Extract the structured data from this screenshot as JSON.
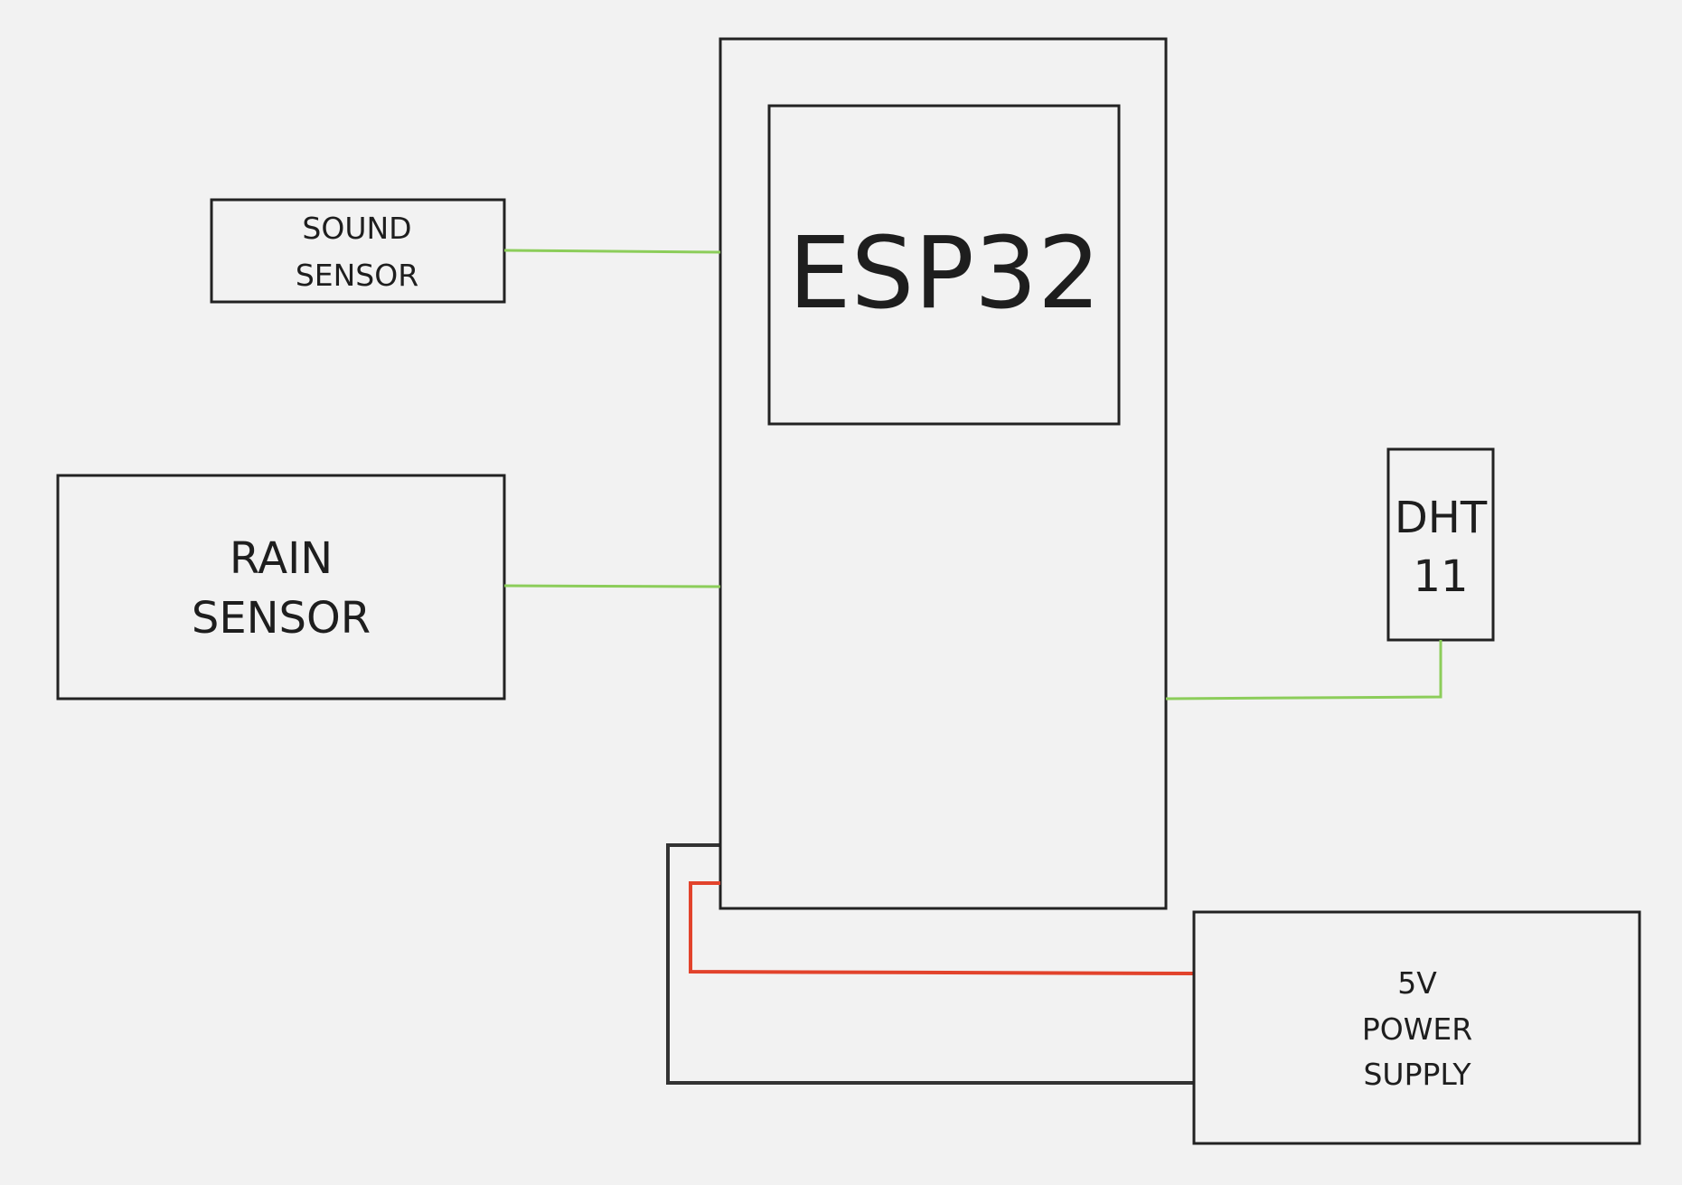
{
  "components": {
    "esp32": {
      "label": "ESP32"
    },
    "sound_sensor": {
      "line1": "SOUND",
      "line2": "SENSOR"
    },
    "rain_sensor": {
      "line1": "RAIN",
      "line2": "SENSOR"
    },
    "dht11": {
      "line1": "DHT",
      "line2": "11"
    },
    "power_supply": {
      "line1": "5V",
      "line2": "POWER",
      "line3": "SUPPLY"
    }
  },
  "wires": {
    "signal_color": "#8ccd5a",
    "power_color": "#e2432c",
    "ground_color": "#333333"
  }
}
